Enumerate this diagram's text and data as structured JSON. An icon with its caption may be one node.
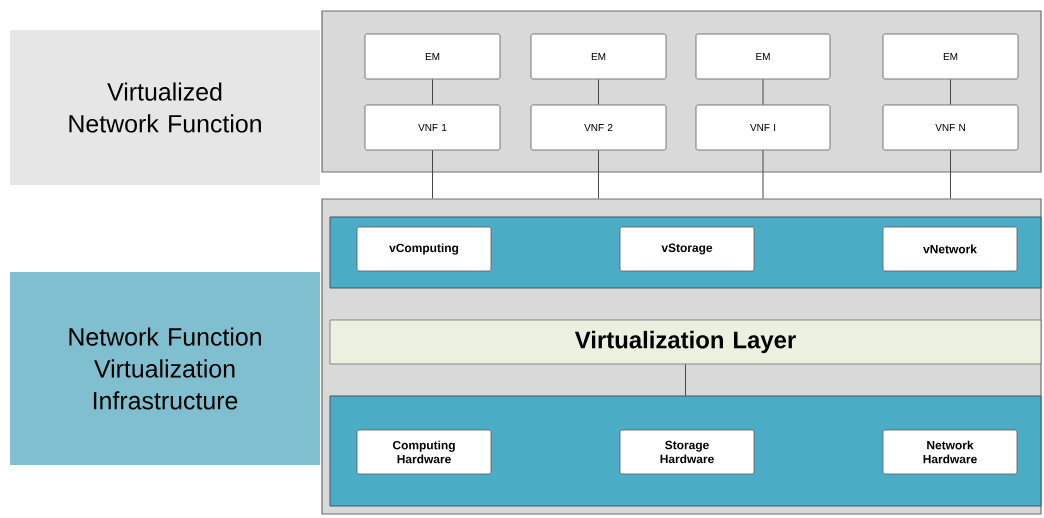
{
  "diagram": {
    "nodes": [
      {
        "text": [
          "Virtualized Network Function"
        ]
      },
      {
        "text": [],
        "shape": "box"
      },
      {
        "text": [
          "EM"
        ],
        "in": 1
      },
      {
        "text": [
          "EM"
        ],
        "in": 1
      },
      {
        "text": [
          "EM"
        ],
        "in": 1
      },
      {
        "text": [
          "EM"
        ],
        "in": 1
      },
      {
        "text": [
          "VNF 1"
        ],
        "in": 1
      },
      {
        "text": [
          "VNF 2"
        ],
        "in": 1
      },
      {
        "text": [
          "VNF I"
        ],
        "in": 1
      },
      {
        "text": [
          "VNF N"
        ],
        "in": 1
      },
      {
        "text": [],
        "shape": "box"
      },
      {
        "text": [],
        "shape": "box",
        "in": 10
      },
      {
        "text": [
          "vComputing"
        ],
        "in": 11
      },
      {
        "text": [
          "vStorage"
        ],
        "in": 11
      },
      {
        "text": [
          "vNetwork"
        ],
        "in": 11
      },
      {
        "text": [
          "Virtualization Layer"
        ],
        "in": 10
      },
      {
        "text": [],
        "shape": "box",
        "in": 10
      },
      {
        "text": [
          "Computing Hardware"
        ],
        "in": 16
      },
      {
        "text": [
          "Storage Hardware"
        ],
        "in": 16
      },
      {
        "text": [
          "Network Hardware"
        ],
        "in": 16
      },
      {
        "text": [
          "Network Function Virtualization Infrastructure"
        ]
      }
    ],
    "edges": [
      {
        "from": 2,
        "to": 6,
        "arrow": "none"
      },
      {
        "from": 3,
        "to": 7,
        "arrow": "none"
      },
      {
        "from": 4,
        "to": 8,
        "arrow": "none"
      },
      {
        "from": 5,
        "to": 9,
        "arrow": "none"
      },
      {
        "from": 6,
        "to": 10,
        "arrow": "none"
      },
      {
        "from": 7,
        "to": 10,
        "arrow": "none"
      },
      {
        "from": 8,
        "to": 10,
        "arrow": "none"
      },
      {
        "from": 9,
        "to": 10,
        "arrow": "none"
      },
      {
        "from": 15,
        "to": 16,
        "arrow": "none"
      }
    ]
  }
}
